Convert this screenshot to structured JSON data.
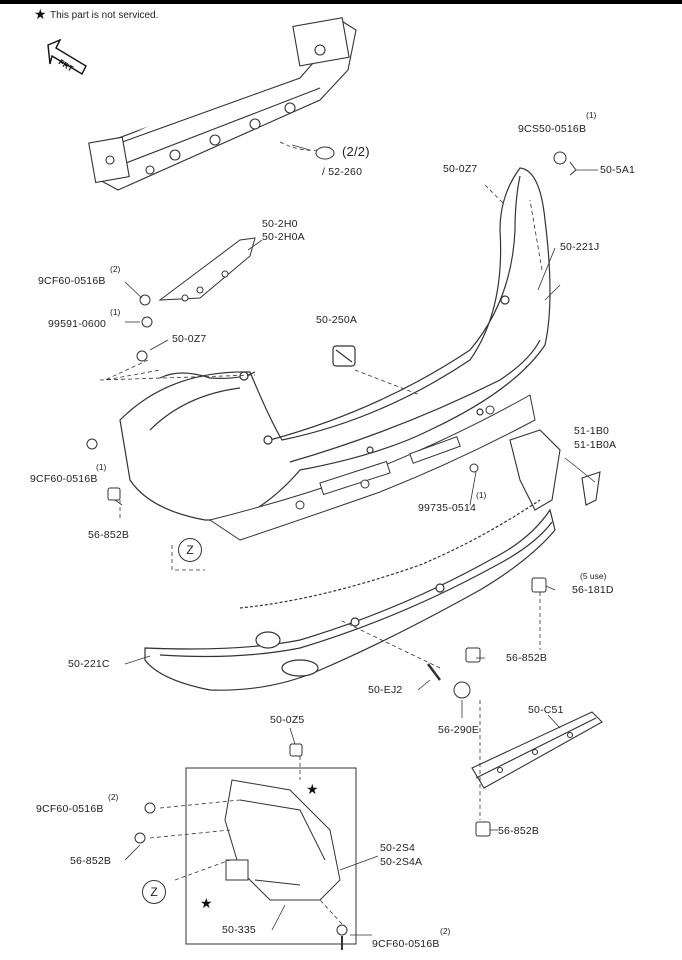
{
  "note": "This part is not serviced.",
  "front_label": "FRT",
  "subassembly_ref": "(2/2)",
  "labels": {
    "p52_260": "/ 52-260",
    "p9cs50": "9CS50-0516B",
    "p9cs50_qty": "(1)",
    "p50_5a1": "50-5A1",
    "p50_0z7_top": "50-0Z7",
    "p50_221j": "50-221J",
    "p50_2h0": "50-2H0",
    "p50_2h0a": "50-2H0A",
    "p9cf60_upper": "9CF60-0516B",
    "p9cf60_upper_qty": "(2)",
    "p99591": "99591-0600",
    "p99591_qty": "(1)",
    "p50_0z7_left": "50-0Z7",
    "p50_250a": "50-250A",
    "p9cf60_mid": "9CF60-0516B",
    "p9cf60_mid_qty": "(1)",
    "p51_1b0": "51-1B0",
    "p51_1b0a": "51-1B0A",
    "p99735": "99735-0514",
    "p99735_qty": "(1)",
    "p56_852b_left": "56-852B",
    "p56_181d": "56-181D",
    "p56_181d_qty": "(5 use)",
    "p50_221c": "50-221C",
    "p56_852b_mid": "56-852B",
    "p50_ej2": "50-EJ2",
    "p56_290e": "56-290E",
    "p50_c51": "50-C51",
    "p50_0z5": "50-0Z5",
    "p9cf60_lower": "9CF60-0516B",
    "p9cf60_lower_qty": "(2)",
    "p56_852b_bl": "56-852B",
    "p56_852b_br": "56-852B",
    "p50_2s4": "50-2S4",
    "p50_2s4a": "50-2S4A",
    "p50_335": "50-335",
    "p9cf60_bottom": "9CF60-0516B",
    "p9cf60_bottom_qty": "(2)"
  },
  "zoom_marker": "Z",
  "star_symbol": "★"
}
